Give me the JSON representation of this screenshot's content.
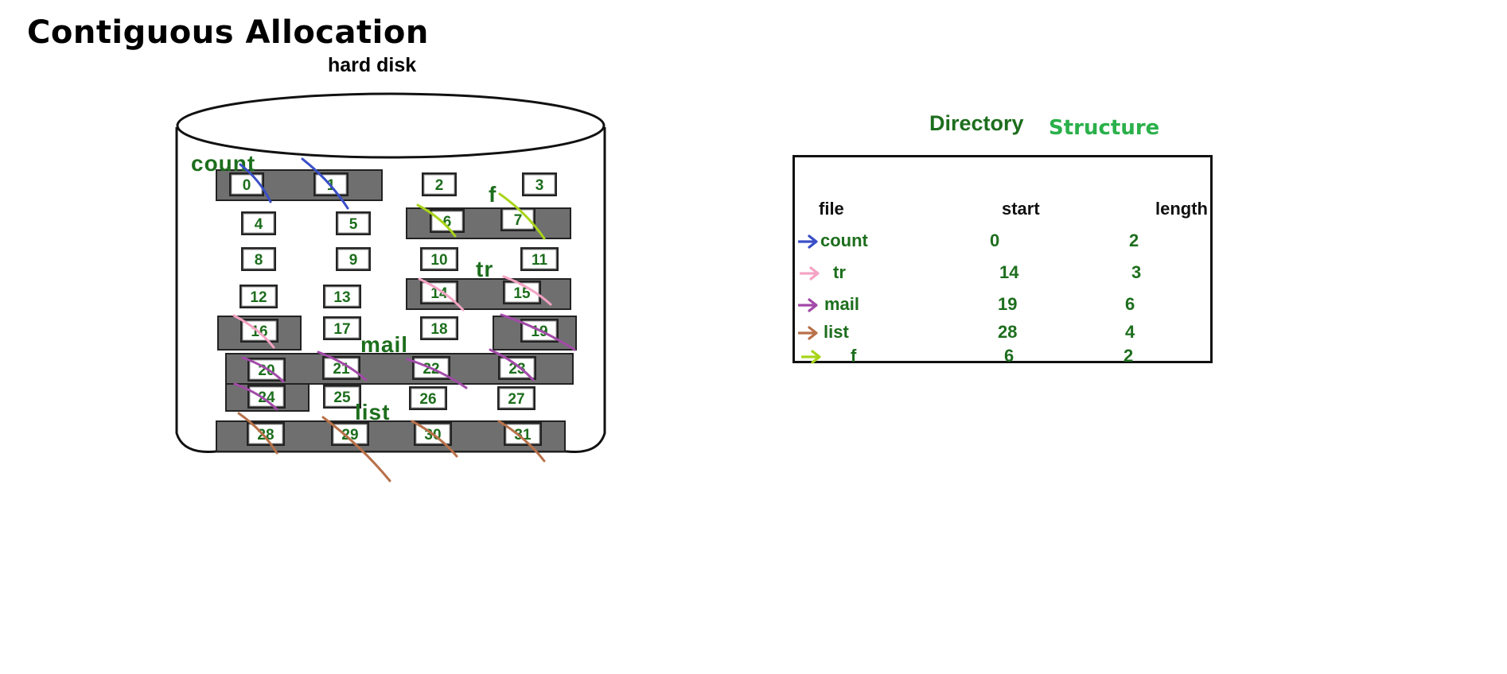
{
  "page": {
    "title": "Contiguous Allocation"
  },
  "disk": {
    "label": "hard disk",
    "blocks": [
      "0",
      "1",
      "2",
      "3",
      "4",
      "5",
      "6",
      "7",
      "8",
      "9",
      "10",
      "11",
      "12",
      "13",
      "14",
      "15",
      "16",
      "17",
      "18",
      "19",
      "20",
      "21",
      "22",
      "23",
      "24",
      "25",
      "26",
      "27",
      "28",
      "29",
      "30",
      "31"
    ],
    "file_labels": {
      "count": "count",
      "f": "f",
      "tr": "tr",
      "mail": "mail",
      "list": "list"
    }
  },
  "directory": {
    "title_part1": "Directory",
    "title_part2": "Structure",
    "headers": {
      "file": "file",
      "start": "start",
      "length": "length"
    },
    "rows": [
      {
        "file": "count",
        "start": "0",
        "length": "2",
        "color": "#3a4fc7"
      },
      {
        "file": "tr",
        "start": "14",
        "length": "3",
        "color": "#f4a3c4"
      },
      {
        "file": "mail",
        "start": "19",
        "length": "6",
        "color": "#a24aa8"
      },
      {
        "file": "list",
        "start": "28",
        "length": "4",
        "color": "#b8714a"
      },
      {
        "file": "f",
        "start": "6",
        "length": "2",
        "color": "#a8d41a"
      }
    ]
  }
}
